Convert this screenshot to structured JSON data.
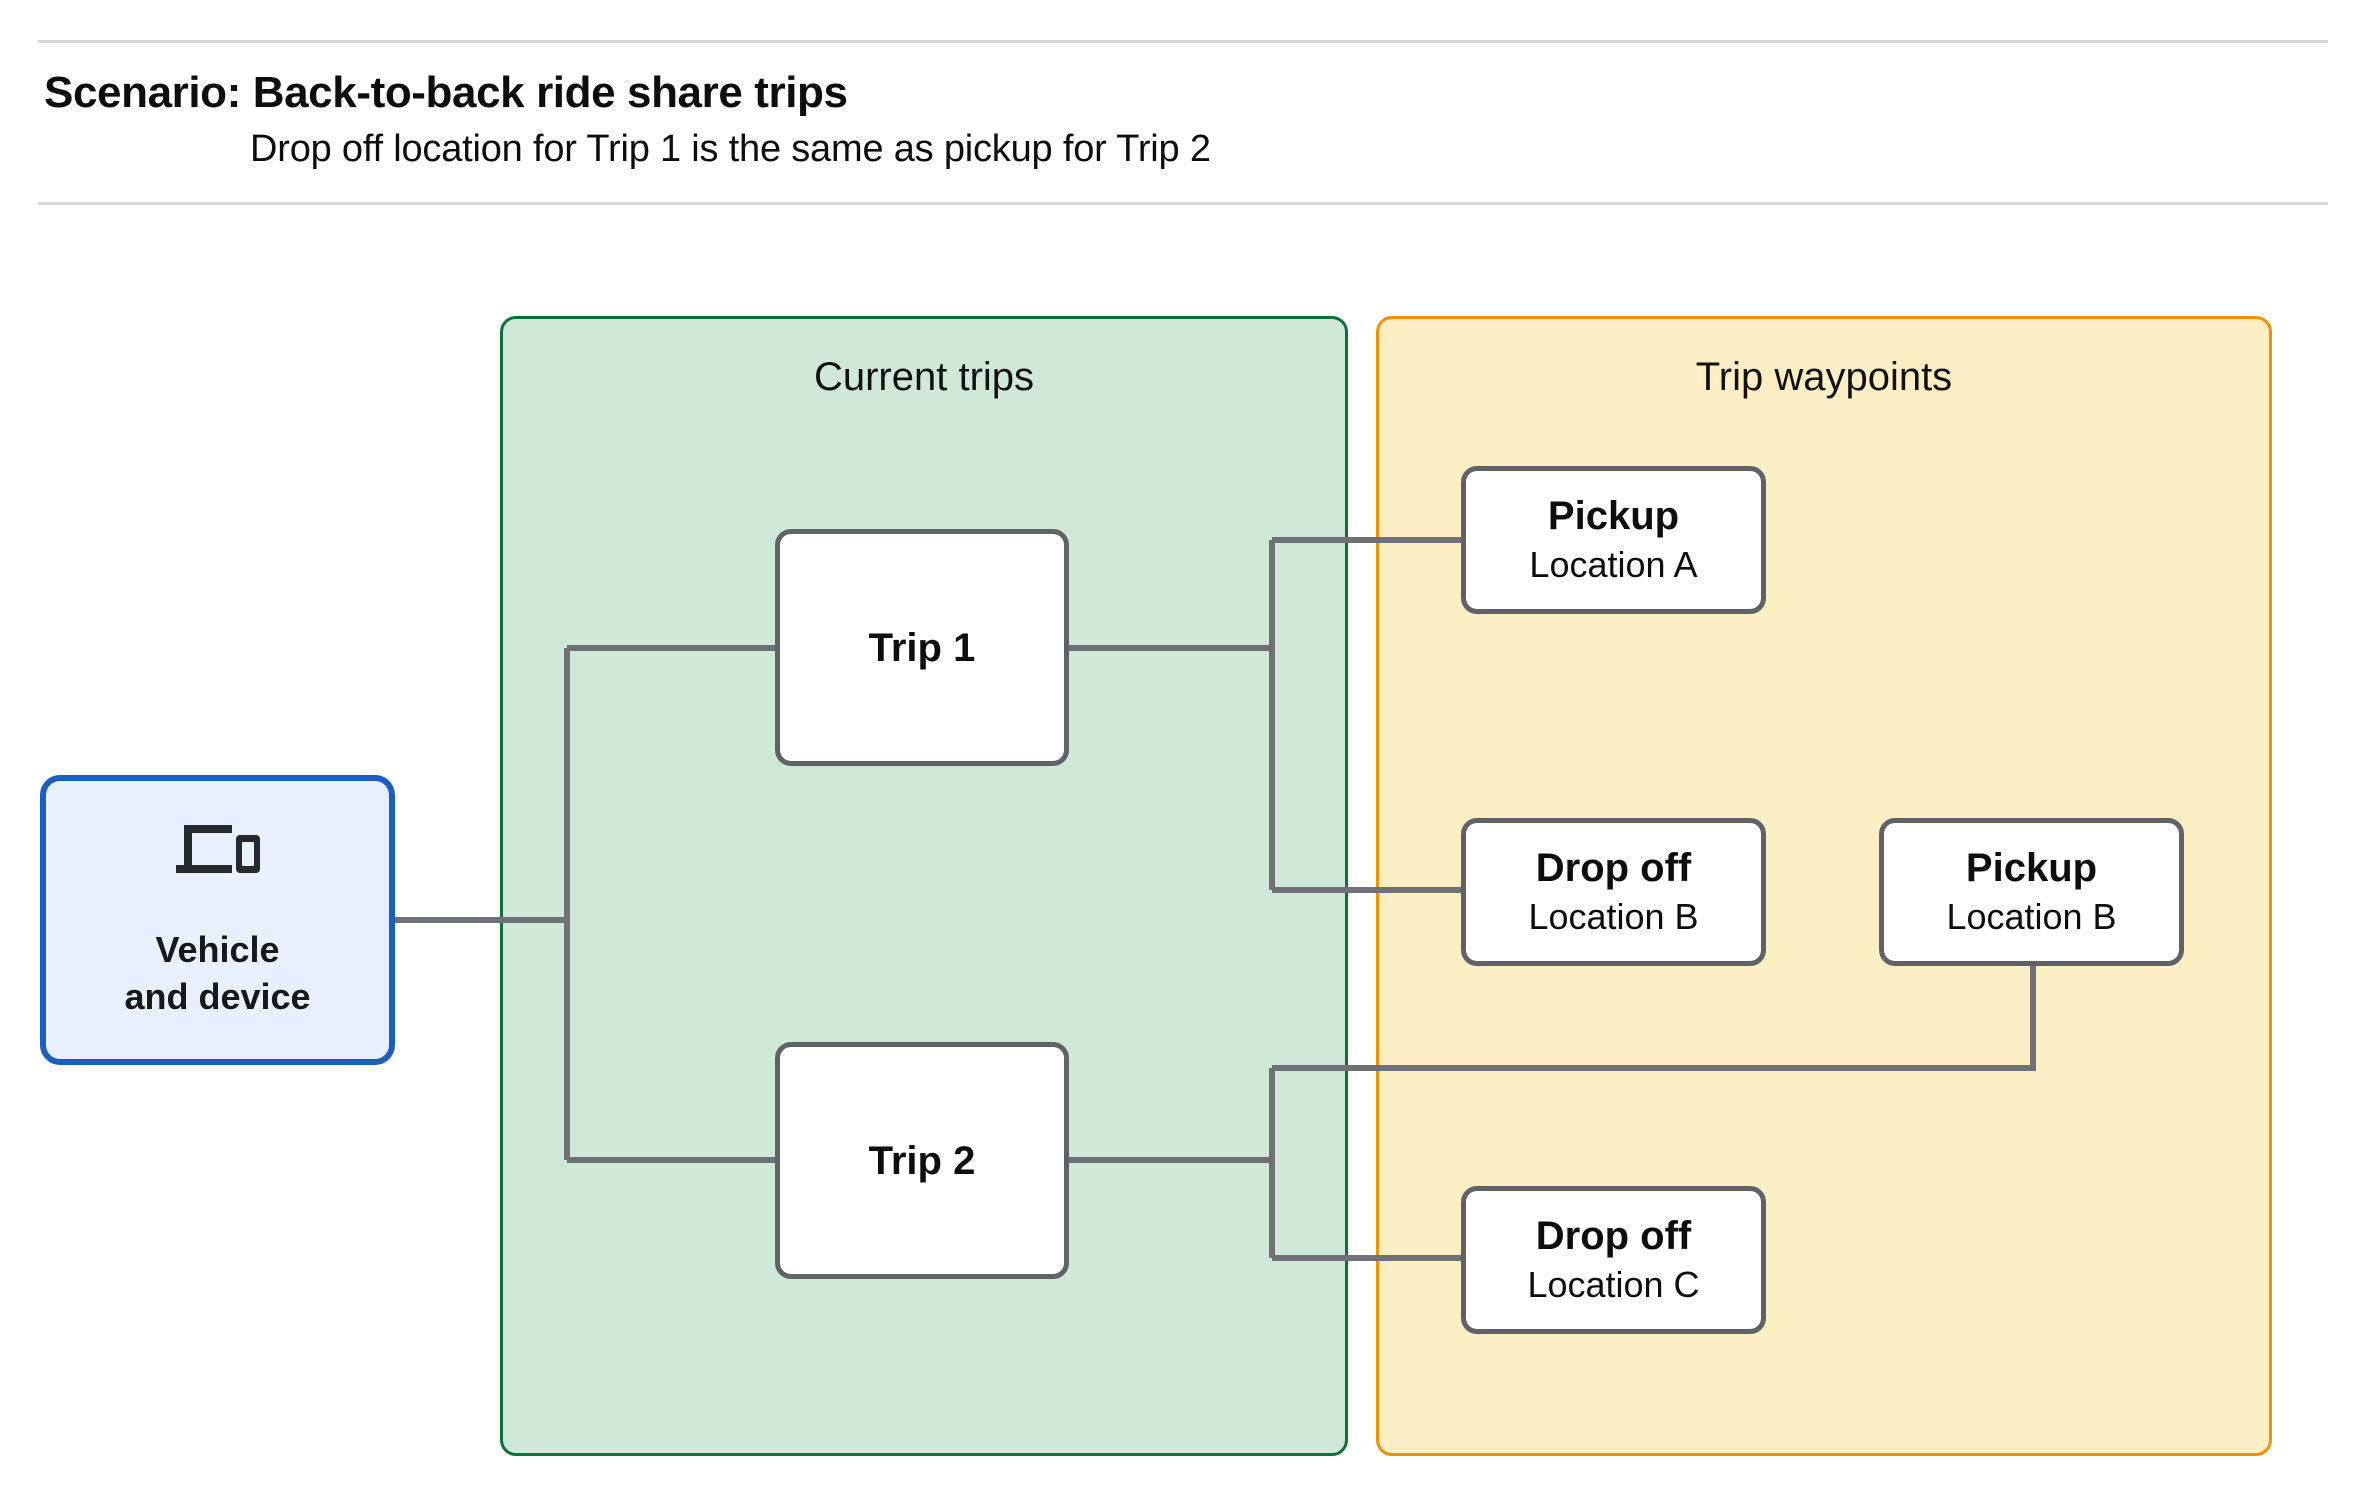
{
  "header": {
    "title": "Scenario: Back-to-back ride share trips",
    "subtitle": "Drop off  location for Trip 1 is the same as pickup for Trip 2"
  },
  "groups": {
    "current_trips": {
      "title": "Current trips",
      "fill": "#cfe8d7",
      "border": "#0f7038"
    },
    "trip_waypoints": {
      "title": "Trip waypoints",
      "fill": "#fdeec4",
      "border": "#f59000"
    }
  },
  "vehicle": {
    "icon": "devices-icon",
    "line1": "Vehicle",
    "line2": "and device",
    "fill": "#e8f0fe",
    "border": "#1a5fc0"
  },
  "trips": [
    {
      "label": "Trip 1"
    },
    {
      "label": "Trip 2"
    }
  ],
  "waypoints": [
    {
      "type": "Pickup",
      "location": "Location A"
    },
    {
      "type": "Drop off",
      "location": "Location B"
    },
    {
      "type": "Pickup",
      "location": "Location B"
    },
    {
      "type": "Drop off",
      "location": "Location C"
    }
  ],
  "colors": {
    "connector": "#6e7276",
    "node_border": "#5f6368",
    "divider": "#d6d6d6",
    "text": "#0d0d0d"
  }
}
